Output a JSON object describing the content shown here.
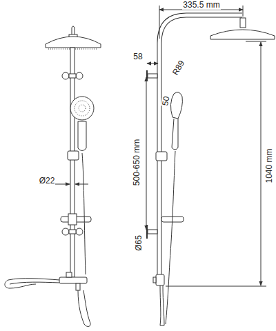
{
  "diagram": {
    "labels": [
      "335.5 mm",
      "58",
      "R89",
      "50",
      "Ø22",
      "500-650 mm",
      "1040 mm",
      "Ø65"
    ]
  }
}
